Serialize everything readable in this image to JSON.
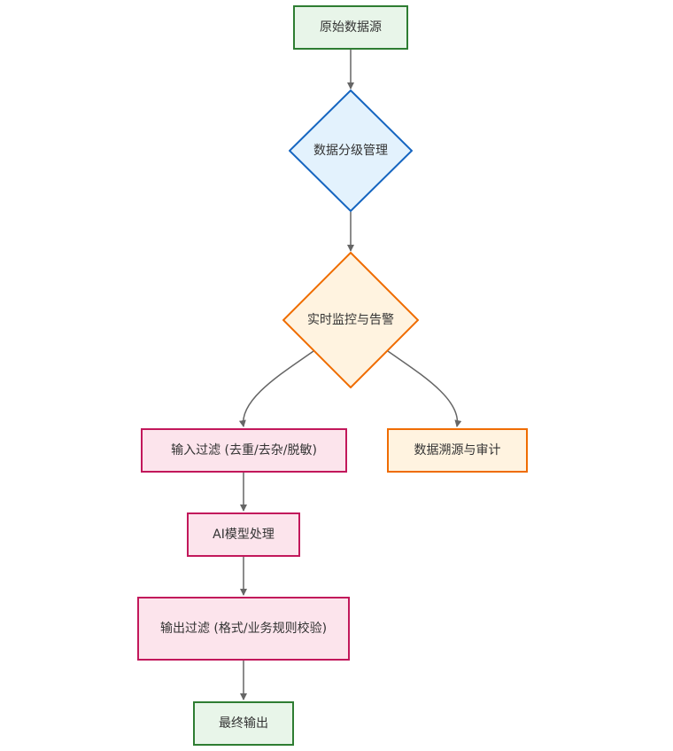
{
  "nodes": {
    "source": "原始数据源",
    "classify": "数据分级管理",
    "monitor": "实时监控与告警",
    "input_filter": "输入过滤 (去重/去杂/脱敏)",
    "trace": "数据溯源与审计",
    "ai_model": "AI模型处理",
    "output_filter": "输出过滤 (格式/业务规则校验)",
    "final": "最终输出"
  },
  "colors": {
    "green_fill": "#e8f5e9",
    "green_border": "#2e7d32",
    "blue_fill": "#e3f2fd",
    "blue_border": "#1565c0",
    "orange_fill": "#fff3e0",
    "orange_border": "#ef6c00",
    "pink_fill": "#fce4ec",
    "pink_border": "#c2185b",
    "edge": "#666666"
  }
}
